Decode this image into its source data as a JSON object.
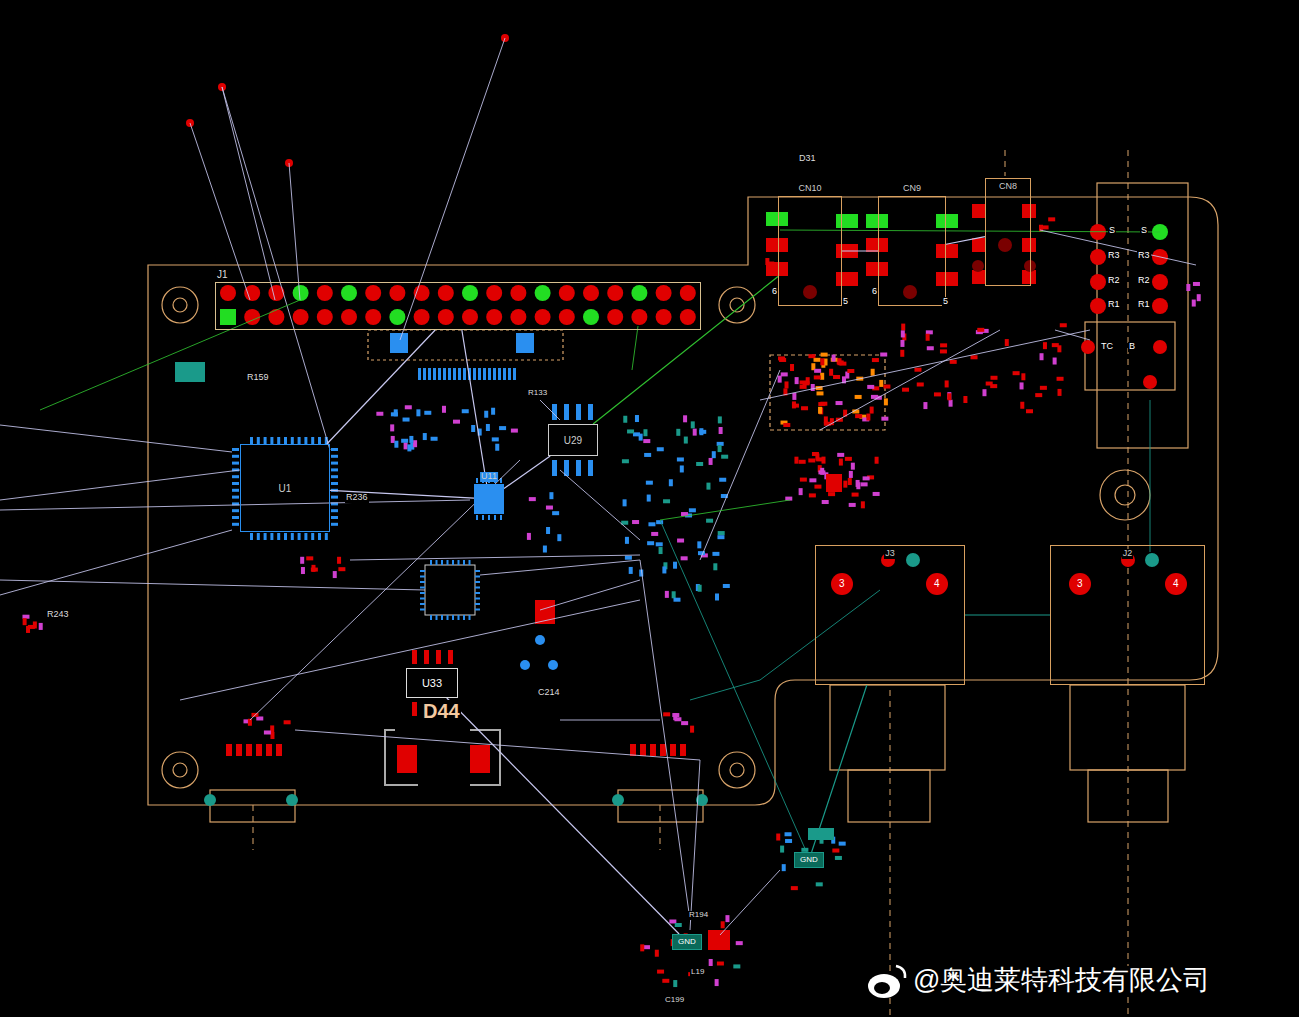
{
  "diagram": {
    "nodes": [
      {
        "text": [
          "J1"
        ]
      },
      {
        "text": [
          "U1"
        ]
      },
      {
        "text": [
          "U11"
        ]
      },
      {
        "text": [
          "U29"
        ]
      },
      {
        "text": [
          "U33"
        ]
      },
      {
        "text": [
          "CN10"
        ]
      },
      {
        "text": [
          "CN9"
        ]
      },
      {
        "text": [
          "CN8"
        ]
      },
      {
        "text": [
          "J3"
        ]
      },
      {
        "text": [
          "J2"
        ]
      },
      {
        "text": [
          "GND"
        ]
      },
      {
        "text": [
          "GND"
        ]
      }
    ],
    "edges": [
      {
        "from": 0,
        "to": 2,
        "arrow": "none"
      },
      {
        "from": 1,
        "to": 2,
        "arrow": "none"
      },
      {
        "from": 2,
        "to": 3,
        "arrow": "none"
      },
      {
        "from": 4,
        "to": 11,
        "arrow": "none"
      },
      {
        "from": 5,
        "to": 6,
        "arrow": "none"
      },
      {
        "from": 6,
        "to": 7,
        "arrow": "none"
      },
      {
        "from": 8,
        "to": 9,
        "arrow": "none"
      },
      {
        "from": 10,
        "to": 8,
        "arrow": "none"
      },
      {
        "from": 1,
        "to": 0,
        "arrow": "none"
      },
      {
        "from": 3,
        "to": 5,
        "arrow": "none"
      }
    ],
    "labels": [
      "D31",
      "R159",
      "R236",
      "R243",
      "R133",
      "D44",
      "C214",
      "6",
      "5",
      "6",
      "5",
      "S",
      "R3",
      "R2",
      "R1",
      "S",
      "R3",
      "R2",
      "R1",
      "TC",
      "B",
      "3",
      "4",
      "3",
      "4",
      "C199",
      "L19",
      "R194",
      "@奥迪莱特科技有限公司"
    ]
  }
}
